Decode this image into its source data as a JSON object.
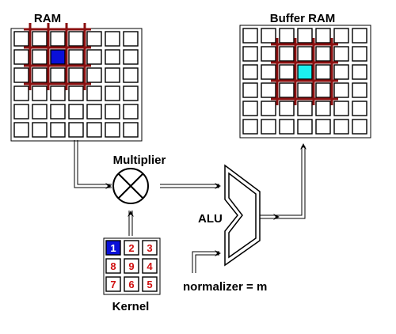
{
  "labels": {
    "ram": "RAM",
    "buffer_ram": "Buffer RAM",
    "multiplier": "Multiplier",
    "alu": "ALU",
    "normalizer": "normalizer = m",
    "kernel": "Kernel"
  },
  "ram": {
    "rows": 6,
    "cols": 7,
    "highlight": {
      "row": 1,
      "col": 2
    }
  },
  "buffer_ram": {
    "rows": 6,
    "cols": 7,
    "highlight": {
      "row": 2,
      "col": 3
    }
  },
  "kernel": {
    "rows": [
      [
        "1",
        "2",
        "3"
      ],
      [
        "8",
        "9",
        "4"
      ],
      [
        "7",
        "6",
        "5"
      ]
    ],
    "highlight": {
      "row": 0,
      "col": 0
    }
  },
  "colors": {
    "ram_highlight": "#0a10d8",
    "buffer_highlight": "#1cf0f0",
    "window_lines": "#8b1010",
    "kernel_digits": "#d01010",
    "kernel_highlight": "#0a10d8",
    "kernel_highlight_text": "#ffffff",
    "outline": "#000000"
  }
}
